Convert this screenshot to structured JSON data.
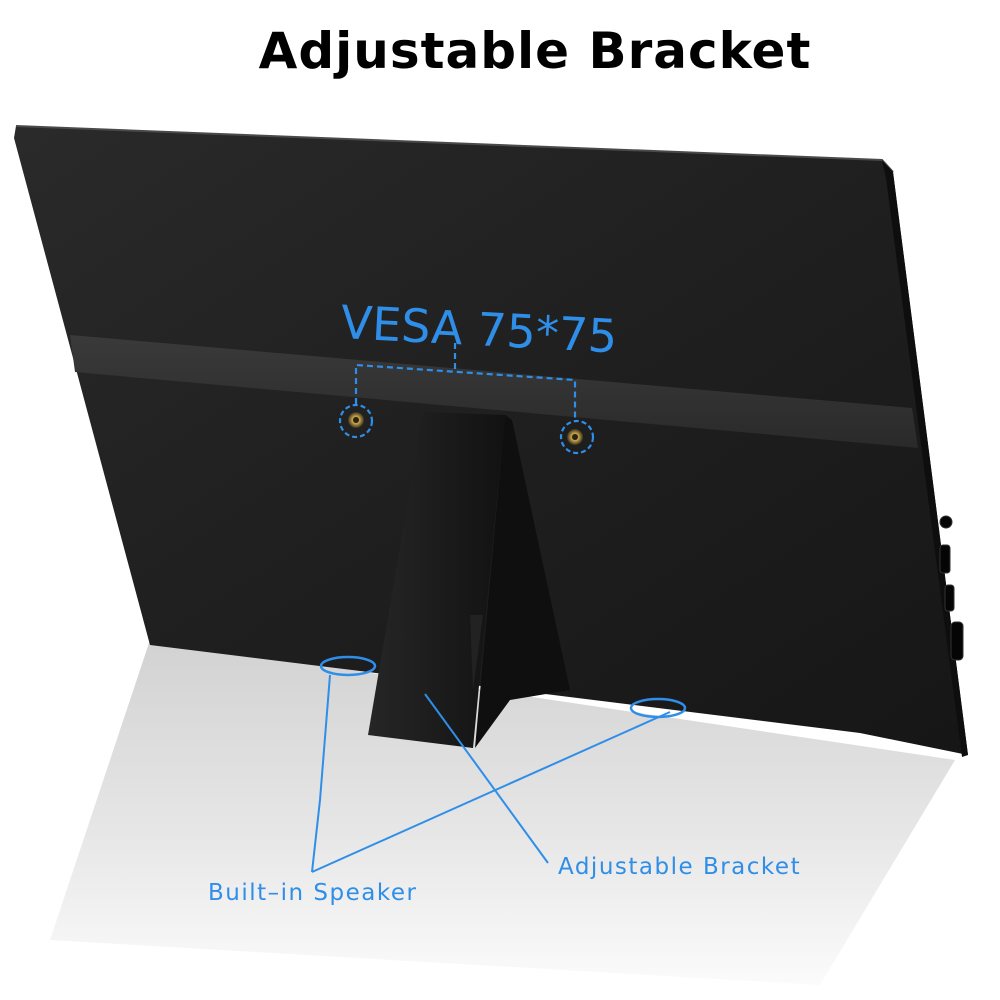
{
  "title": "Adjustable Bracket",
  "labels": {
    "vesa": "VESA 75*75",
    "bracket": "Adjustable Bracket",
    "speaker": "Built–in Speaker"
  },
  "colors": {
    "accent": "#2f8ee8",
    "monitor": "#1c1c1c",
    "background": "#ffffff"
  }
}
